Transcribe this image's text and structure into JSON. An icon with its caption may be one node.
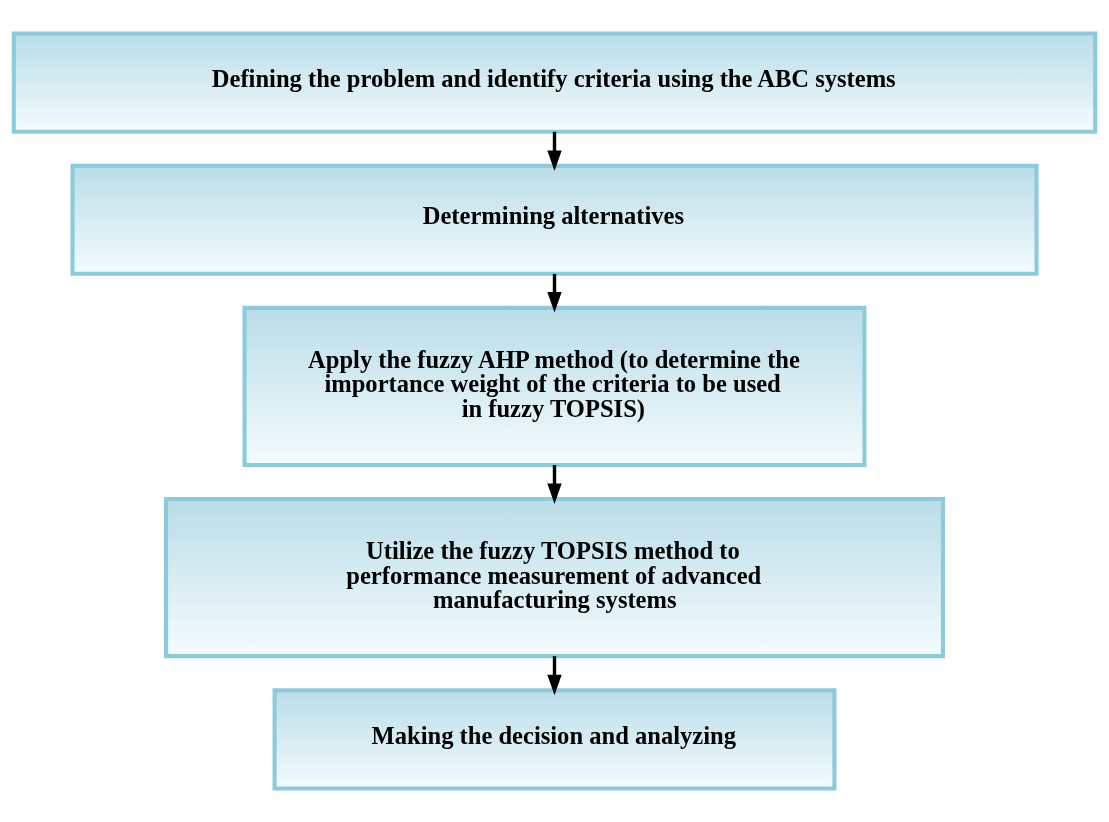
{
  "diagram": {
    "nodes": [
      {
        "text": [
          "Defining the problem and identify criteria using the ABC systems"
        ]
      },
      {
        "text": [
          "Determining alternatives"
        ]
      },
      {
        "text": [
          "Apply the fuzzy AHP method (to determine the importance weight of the criteria to be used in fuzzy TOPSIS)"
        ]
      },
      {
        "text": [
          "Utilize the fuzzy TOPSIS method to performance measurement of advanced manufacturing systems"
        ]
      },
      {
        "text": [
          "Making the decision and analyzing"
        ]
      }
    ],
    "edges": [
      {
        "from": 0,
        "to": 1,
        "arrow": "to"
      },
      {
        "from": 1,
        "to": 2,
        "arrow": "to"
      },
      {
        "from": 2,
        "to": 3,
        "arrow": "to"
      },
      {
        "from": 3,
        "to": 4,
        "arrow": "to"
      }
    ]
  }
}
